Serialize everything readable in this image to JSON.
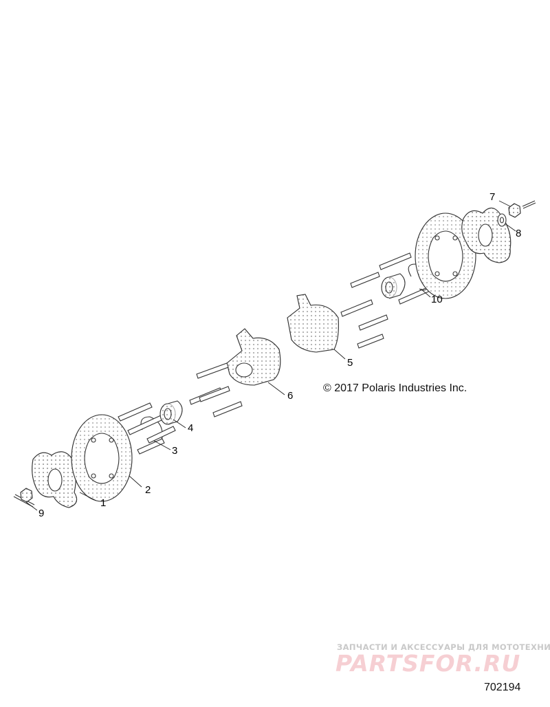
{
  "copyright": "© 2017 Polaris Industries Inc.",
  "diagram_number": "702194",
  "watermark": {
    "tagline": "ЗАПЧАСТИ И АКСЕССУАРЫ ДЛЯ МОТОТЕХНИКИ",
    "logo": "PARTSFOR.RU"
  },
  "callouts": {
    "c1": "1",
    "c2": "2",
    "c3": "3",
    "c4": "4",
    "c5": "5",
    "c6": "6",
    "c7": "7",
    "c8": "8",
    "c9": "9",
    "c10": "10"
  },
  "colors": {
    "line": "#333333",
    "text": "#111111",
    "watermark_red": "#f6cfd3"
  }
}
